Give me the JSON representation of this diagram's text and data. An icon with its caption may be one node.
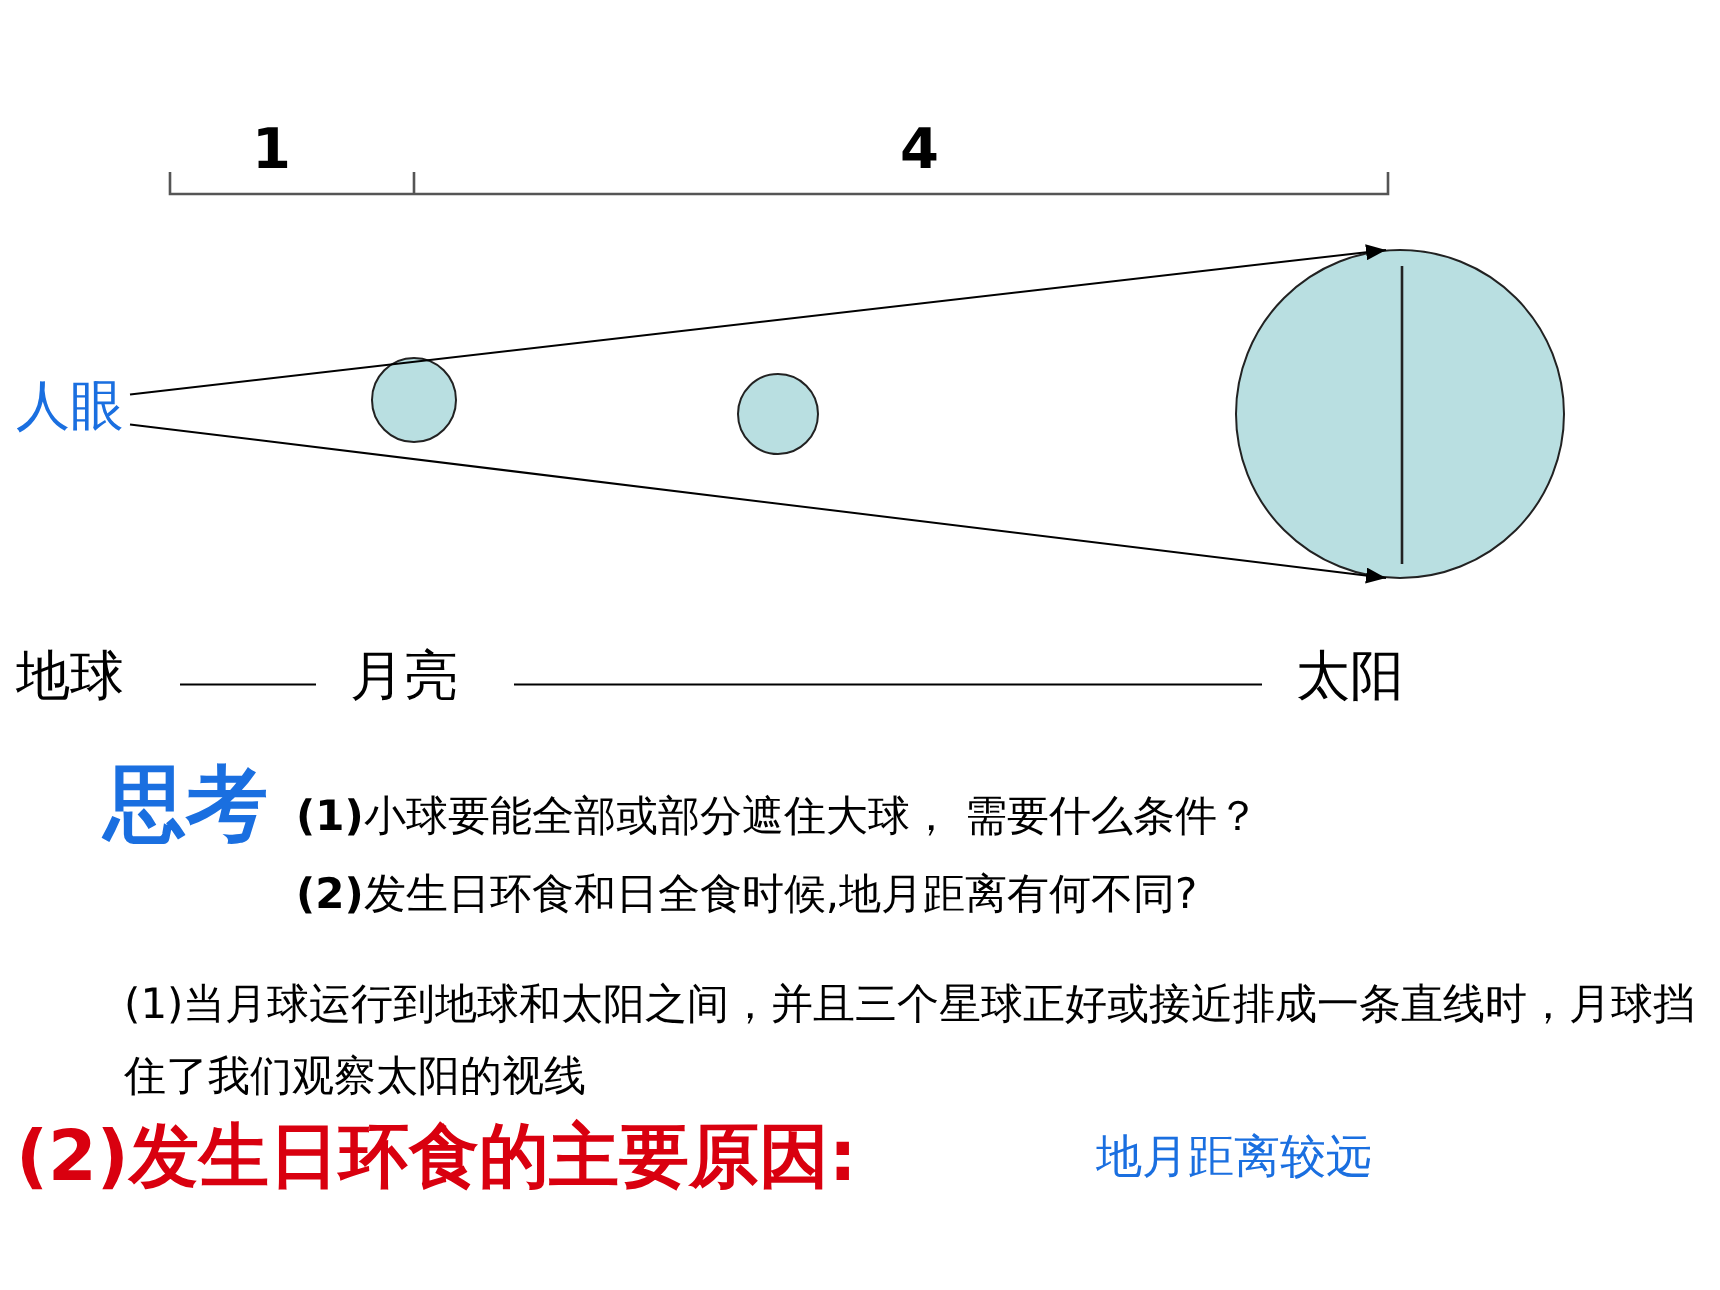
{
  "diagram": {
    "nodes": [
      {
        "text": [
          "人眼"
        ]
      },
      {
        "text": [],
        "shape": "circle"
      },
      {
        "text": [],
        "shape": "circle"
      },
      {
        "text": [],
        "shape": "circle"
      },
      {
        "text": [
          "地球"
        ]
      },
      {
        "text": [
          "月亮"
        ]
      },
      {
        "text": [
          "太阳"
        ]
      }
    ],
    "edges": [
      {
        "from": 0,
        "to": 3,
        "arrow": "to"
      },
      {
        "from": 0,
        "to": 3,
        "arrow": "to"
      },
      {
        "from": 4,
        "to": 5,
        "arrow": "none"
      },
      {
        "from": 5,
        "to": 6,
        "arrow": "none"
      }
    ],
    "labels": [
      "1",
      "4",
      "思考",
      "**(1)**小球要能全部或部分遮住大球， 需要什么条件？",
      "**(2)**发生日环食和日全食时候,地月距离有何不同?",
      "(1)当月球运行到地球和太阳之间，并且三个星球正好或接近排成一条直线时，月球挡住了我们观察太阳的视线",
      "(2)发生日环食的主要原因:",
      "地月距离较远"
    ]
  }
}
